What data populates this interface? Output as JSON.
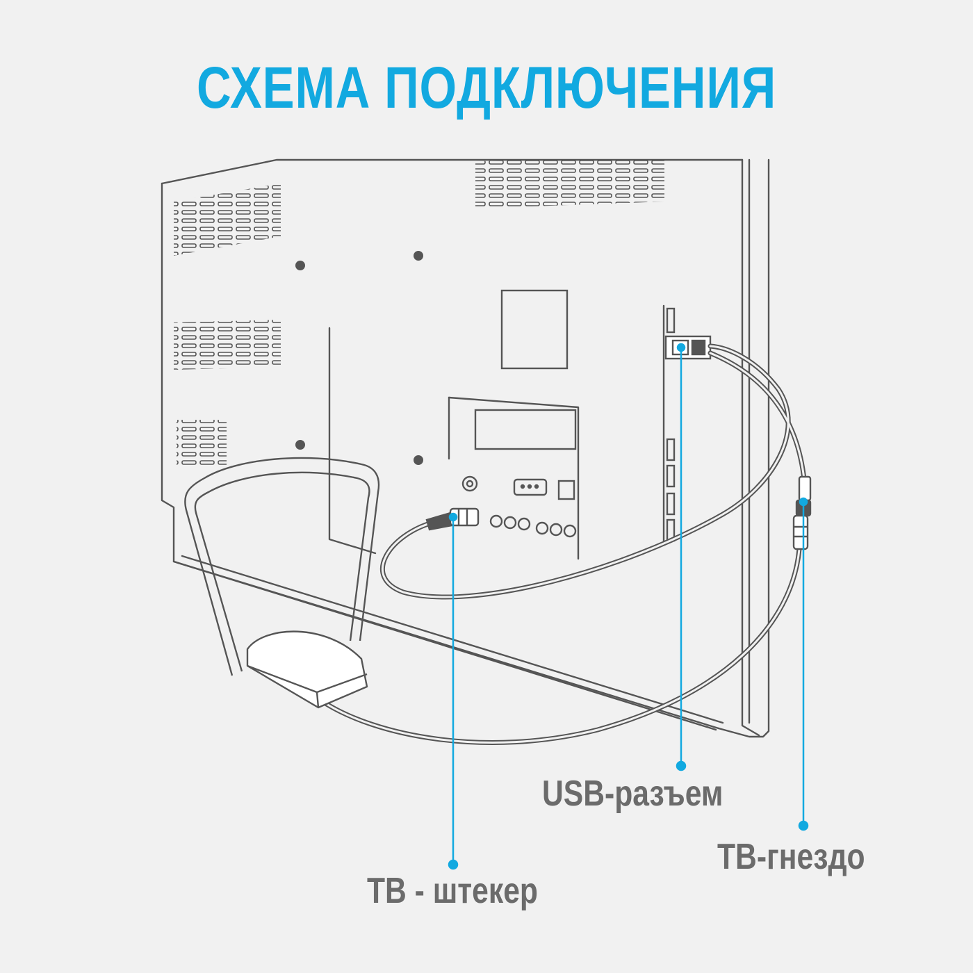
{
  "title": "СХЕМА ПОДКЛЮЧЕНИЯ",
  "callouts": {
    "usb_port": "USB-разъем",
    "tv_socket": "ТВ-гнездо",
    "tv_plug": "ТВ - штекер"
  },
  "colors": {
    "accent": "#12a9e0",
    "line_art": "#555555",
    "label_text": "#6b6b6b",
    "background": "#f1f1f1"
  }
}
